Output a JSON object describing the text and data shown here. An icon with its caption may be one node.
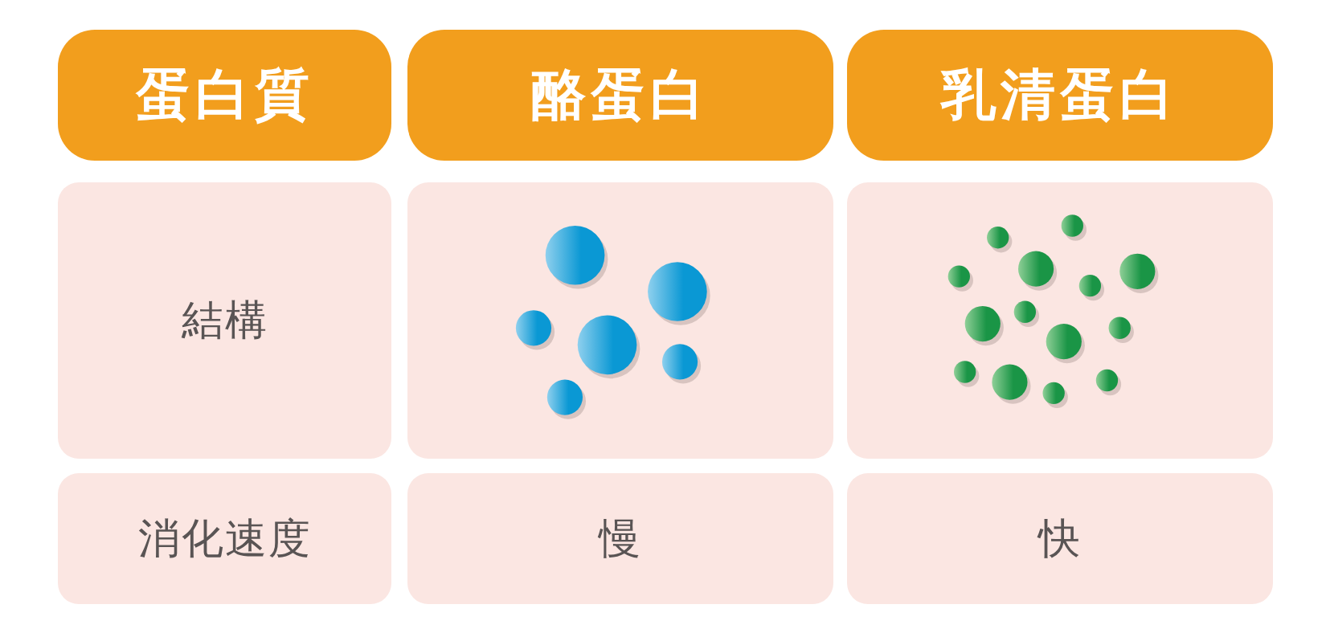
{
  "diagram": {
    "nodes": [
      {
        "text": [
          "蛋白質"
        ]
      },
      {
        "text": [
          "酪蛋白"
        ]
      },
      {
        "text": [
          "乳清蛋白"
        ]
      },
      {
        "text": [
          "結構"
        ]
      },
      {
        "text": [],
        "shape": "picture"
      },
      {
        "text": [],
        "shape": "picture"
      },
      {
        "text": [
          "消化速度"
        ]
      },
      {
        "text": [
          "慢"
        ]
      },
      {
        "text": [
          "快"
        ]
      }
    ]
  }
}
